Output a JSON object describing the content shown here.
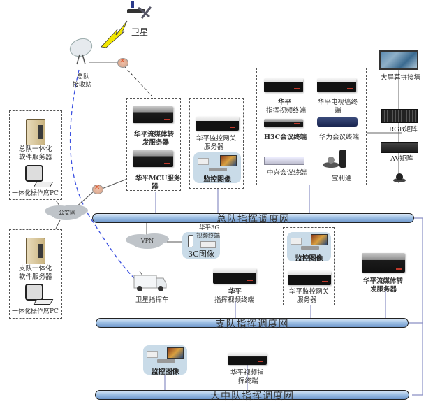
{
  "diagram": {
    "satellite": {
      "label": "卫星",
      "icon": "satellite-icon"
    },
    "ground_station": {
      "label_line1": "总队",
      "label_line2": "接收站",
      "icon": "satellite-dish-icon"
    },
    "hq_left_box": {
      "server_label_line1": "总队一体化",
      "server_label_line2": "软件服务器",
      "pc_label": "一体化操作席PC"
    },
    "public_security_cloud": {
      "label": "公安网"
    },
    "hq_stream_box": {
      "stream_server_line1": "华平流媒体转",
      "stream_server_line2": "发服务器",
      "mcu_server_line1": "华平MCU服务",
      "mcu_server_line2": "器"
    },
    "hq_gateway_box": {
      "gateway_line1": "华平监控网关",
      "gateway_line2": "服务器",
      "monitor_label": "监控图像"
    },
    "hq_terminal_box": {
      "terminals": [
        {
          "line1": "华平",
          "line2": "指挥视频终端"
        },
        {
          "line1": "华平电视墙终",
          "line2": "端"
        },
        {
          "line1": "H3C会议终端",
          "line2": ""
        },
        {
          "line1": "华为会议终端",
          "line2": ""
        },
        {
          "line1": "中兴会议终端",
          "line2": ""
        },
        {
          "line1": "宝利通",
          "line2": ""
        }
      ]
    },
    "display_chain": {
      "video_wall": "大屏幕拼接墙",
      "rgb_matrix": "RGB矩阵",
      "av_matrix": "AV矩阵"
    },
    "buses": {
      "hq": "总队指挥调度网",
      "detachment": "支队指挥调度网",
      "brigade": "大中队指挥调度网"
    },
    "detachment_left_box": {
      "server_label_line1": "支队一体化",
      "server_label_line2": "软件服务器",
      "pc_label": "一体化操作席PC"
    },
    "vpn_cloud": {
      "label": "VPN"
    },
    "g3_box": {
      "title_line1": "华平3G",
      "title_line2": "视频终端",
      "label": "3G图像"
    },
    "satellite_vehicle": {
      "label": "卫星指挥车"
    },
    "detachment_terminal": {
      "line1": "华平",
      "line2": "指挥视频终端"
    },
    "detachment_gateway_box": {
      "monitor_label": "监控图像",
      "gateway_line1": "华平监控网关",
      "gateway_line2": "服务器"
    },
    "detachment_stream": {
      "line1": "华平流媒体转",
      "line2": "发服务器"
    },
    "brigade_monitor": {
      "label": "监控图像"
    },
    "brigade_terminal": {
      "line1": "华平视频指",
      "line2": "挥终端"
    },
    "colors": {
      "bus_fill": "#9fc0e4",
      "satellite_link": "#3a4fe0",
      "connector": "#8a8fc4",
      "lightning": "#f2e600"
    }
  }
}
